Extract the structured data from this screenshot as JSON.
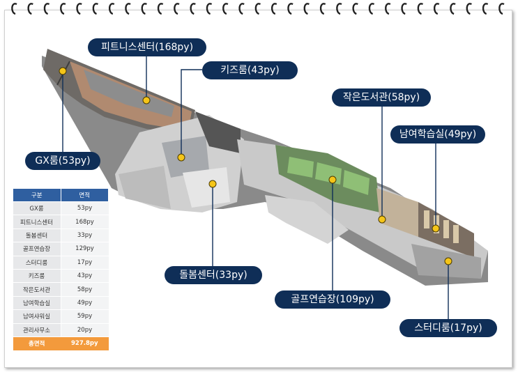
{
  "callouts": {
    "fitness": "피트니스센터(168py)",
    "kids": "키즈룸(43py)",
    "gx": "GX룸(53py)",
    "library": "작은도서관(58py)",
    "study_room": "남여학습실(49py)",
    "care_center": "돌봄센터(33py)",
    "golf": "골프연습장(109py)",
    "studio": "스터디룸(17py)"
  },
  "table": {
    "headers": [
      "구분",
      "면적"
    ],
    "rows": [
      [
        "GX룸",
        "53py"
      ],
      [
        "피트니스센터",
        "168py"
      ],
      [
        "돌봄센터",
        "33py"
      ],
      [
        "골프연습장",
        "129py"
      ],
      [
        "스터디룸",
        "17py"
      ],
      [
        "키즈룸",
        "43py"
      ],
      [
        "작은도서관",
        "58py"
      ],
      [
        "남여학습실",
        "49py"
      ],
      [
        "남여샤워실",
        "59py"
      ],
      [
        "관리사무소",
        "20py"
      ]
    ],
    "total": [
      "총면적",
      "927.8py"
    ]
  },
  "colors": {
    "callout_bg": "#0f2e57",
    "marker": "#f5c518",
    "header_bg": "#2f5fa0",
    "total_bg": "#f39a3c"
  }
}
